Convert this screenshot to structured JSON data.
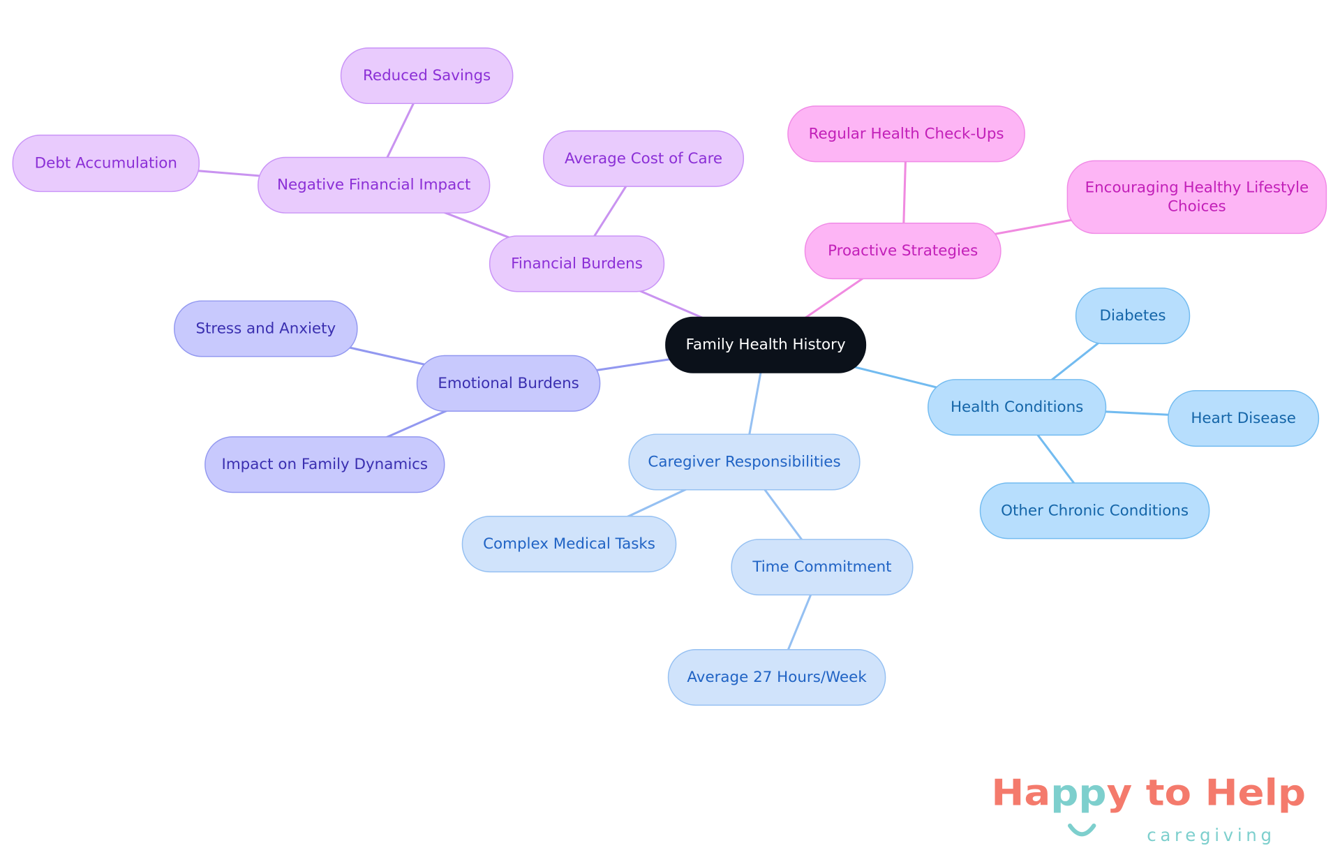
{
  "diagram": {
    "root": {
      "id": "root",
      "label": "Family Health History"
    },
    "nodes": [
      {
        "id": "fin",
        "parent": "root",
        "label": "Financial Burdens",
        "theme": "purple"
      },
      {
        "id": "cost",
        "parent": "fin",
        "label": "Average Cost of Care",
        "theme": "purple"
      },
      {
        "id": "neg",
        "parent": "fin",
        "label": "Negative Financial Impact",
        "theme": "purple"
      },
      {
        "id": "sav",
        "parent": "neg",
        "label": "Reduced Savings",
        "theme": "purple"
      },
      {
        "id": "debt",
        "parent": "neg",
        "label": "Debt Accumulation",
        "theme": "purple"
      },
      {
        "id": "pro",
        "parent": "root",
        "label": "Proactive Strategies",
        "theme": "pink"
      },
      {
        "id": "chk",
        "parent": "pro",
        "label": "Regular Health Check-Ups",
        "theme": "pink"
      },
      {
        "id": "life",
        "parent": "pro",
        "label": "Encouraging Healthy Lifestyle Choices",
        "lines": [
          "Encouraging Healthy Lifestyle",
          "Choices"
        ],
        "theme": "pink"
      },
      {
        "id": "emo",
        "parent": "root",
        "label": "Emotional Burdens",
        "theme": "indigo"
      },
      {
        "id": "str",
        "parent": "emo",
        "label": "Stress and Anxiety",
        "theme": "indigo"
      },
      {
        "id": "fam",
        "parent": "emo",
        "label": "Impact on Family Dynamics",
        "theme": "indigo"
      },
      {
        "id": "hc",
        "parent": "root",
        "label": "Health Conditions",
        "theme": "sky"
      },
      {
        "id": "dia",
        "parent": "hc",
        "label": "Diabetes",
        "theme": "sky"
      },
      {
        "id": "heart",
        "parent": "hc",
        "label": "Heart Disease",
        "theme": "sky"
      },
      {
        "id": "oth",
        "parent": "hc",
        "label": "Other Chronic Conditions",
        "theme": "sky"
      },
      {
        "id": "care",
        "parent": "root",
        "label": "Caregiver Responsibilities",
        "theme": "blue"
      },
      {
        "id": "cmt",
        "parent": "care",
        "label": "Complex Medical Tasks",
        "theme": "blue"
      },
      {
        "id": "time",
        "parent": "care",
        "label": "Time Commitment",
        "theme": "blue"
      },
      {
        "id": "hrs",
        "parent": "time",
        "label": "Average 27 Hours/Week",
        "theme": "blue"
      }
    ],
    "themes": {
      "root": {
        "fill": "#0b111a",
        "stroke": "#0b111a",
        "text": "#ffffff",
        "edge": "#0b111a"
      },
      "purple": {
        "fill": "#e9cbfd",
        "stroke": "#c993f7",
        "text": "#8b2fd6",
        "edge": "#c993f0"
      },
      "pink": {
        "fill": "#fdb5f5",
        "stroke": "#f08ae6",
        "text": "#c21fb8",
        "edge": "#f08ae0"
      },
      "indigo": {
        "fill": "#c8c9fd",
        "stroke": "#9298f0",
        "text": "#3a2fb0",
        "edge": "#9298f0"
      },
      "sky": {
        "fill": "#b7defd",
        "stroke": "#72bbf0",
        "text": "#1465a8",
        "edge": "#72bbf0"
      },
      "blue": {
        "fill": "#d0e3fb",
        "stroke": "#95c0f2",
        "text": "#2063c4",
        "edge": "#95c0f2"
      }
    }
  },
  "logo": {
    "main_a": "Ha",
    "main_pp": "pp",
    "main_y": "y to Help",
    "sub": "caregiving",
    "colors": {
      "coral": "#f47a6c",
      "teal": "#7dcfcd"
    }
  }
}
